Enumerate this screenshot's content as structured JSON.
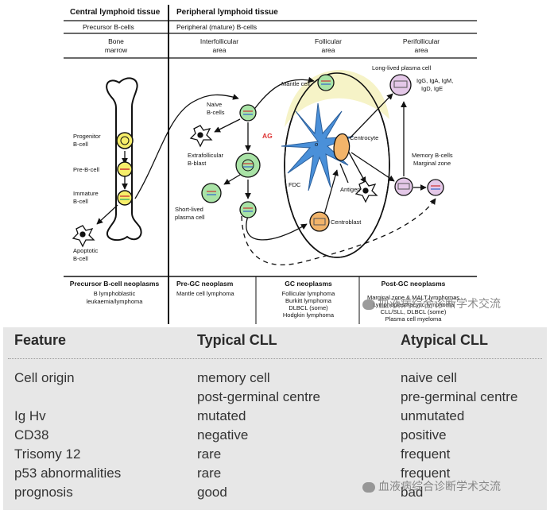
{
  "diagram": {
    "headers": {
      "central": "Central lymphoid tissue",
      "peripheral": "Peripheral lymphoid tissue",
      "precursor_b": "Precursor B-cells",
      "peripheral_b": "Peripheral (mature) B-cells"
    },
    "areas": {
      "bone_marrow": [
        "Bone",
        "marrow"
      ],
      "interfollicular": [
        "Interfollicular",
        "area"
      ],
      "follicular": [
        "Follicular",
        "area"
      ],
      "perifollicular": [
        "Perifollicular",
        "area"
      ]
    },
    "labels": {
      "progenitor": [
        "Progenitor",
        "B-cell"
      ],
      "pre_b": "Pre-B-cell",
      "immature": [
        "Immature",
        "B-cell"
      ],
      "apoptotic_left": [
        "Apoptotic",
        "B-cell"
      ],
      "naive": [
        "Naive",
        "B-cells"
      ],
      "ag": "AG",
      "extrafollicular": [
        "Extrafollicular",
        "B-blast"
      ],
      "short_lived": [
        "Short-lived",
        "plasma cell"
      ],
      "mantle": "Mantle cell",
      "fdc": "FDC",
      "centrocyte": "Centrocyte",
      "antigen": "Antigen",
      "centroblast": "Centroblast",
      "long_lived": "Long-lived plasma cell",
      "ig_types": [
        "IgG, IgA, IgM,",
        "IgD, IgE"
      ],
      "memory": [
        "Memory B-cells",
        "Marginal zone"
      ]
    },
    "neoplasms": {
      "precursor": {
        "title": "Precursor B-cell neoplasms",
        "lines": [
          "B lymphoblastic",
          "leukaemia/lymphoma"
        ]
      },
      "pre_gc": {
        "title": "Pre-GC neoplasm",
        "lines": [
          "Mantle cell lymphoma"
        ]
      },
      "gc": {
        "title": "GC neoplasms",
        "lines": [
          "Follicular lymphoma",
          "Burkitt lymphoma",
          "DLBCL (some)",
          "Hodgkin lymphoma"
        ]
      },
      "post_gc": {
        "title": "Post-GC neoplasms",
        "lines": [
          "Marginal zone & MALT lymphomas",
          "Lymphoplasmacytic lymphoma",
          "CLL/SLL, DLBCL (some)",
          "Plasma cell myeloma"
        ]
      }
    },
    "colors": {
      "yellow": "#f6ee6a",
      "green": "#a9e3a6",
      "orange": "#f2b46a",
      "lilac": "#e4c8e8",
      "follicle": "#f6f3c7",
      "fdc": "#4a90d9"
    }
  },
  "table": {
    "headers": [
      "Feature",
      "Typical CLL",
      "Atypical CLL"
    ],
    "rows": [
      [
        "Cell origin",
        "memory cell",
        "naive cell"
      ],
      [
        "",
        "post-germinal centre",
        "pre-germinal centre"
      ],
      [
        "Ig Hv",
        "mutated",
        "unmutated"
      ],
      [
        "CD38",
        "negative",
        "positive"
      ],
      [
        "Trisomy 12",
        "rare",
        "frequent"
      ],
      [
        "p53 abnormalities",
        "rare",
        "frequent"
      ],
      [
        "prognosis",
        "good",
        "bad"
      ]
    ]
  },
  "watermark": "血液病综合诊断学术交流"
}
